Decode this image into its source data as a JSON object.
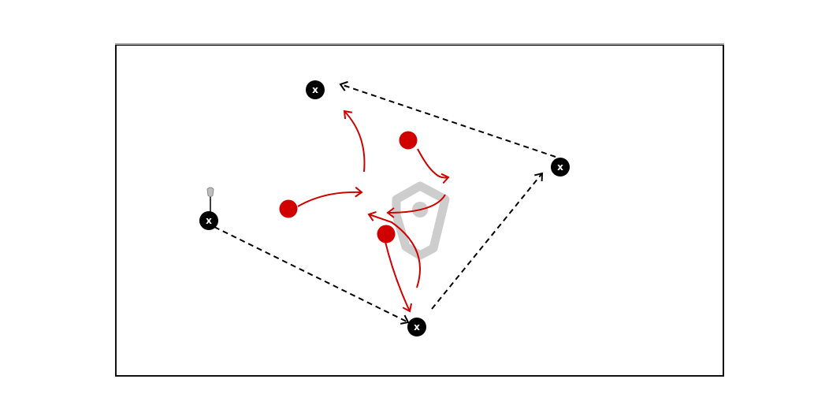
{
  "diagram": {
    "colors": {
      "background": "#ffffff",
      "field_border": "#111111",
      "field_top_edge": "#9a9a9a",
      "offense": "#d00000",
      "defense": "#000000",
      "defense_text": "#ffffff",
      "watermark": "#c8c8c8",
      "stick": "#8a8a8a"
    },
    "defenders": [
      {
        "id": "top",
        "label": "x"
      },
      {
        "id": "right",
        "label": "x"
      },
      {
        "id": "left",
        "label": "x"
      },
      {
        "id": "bottom",
        "label": "x"
      }
    ],
    "offense_players": [
      {
        "id": "top"
      },
      {
        "id": "left"
      },
      {
        "id": "center"
      }
    ],
    "ball_carrier": "left-defender",
    "icons": [
      "lacrosse-stick-icon",
      "logo-watermark-icon"
    ]
  }
}
